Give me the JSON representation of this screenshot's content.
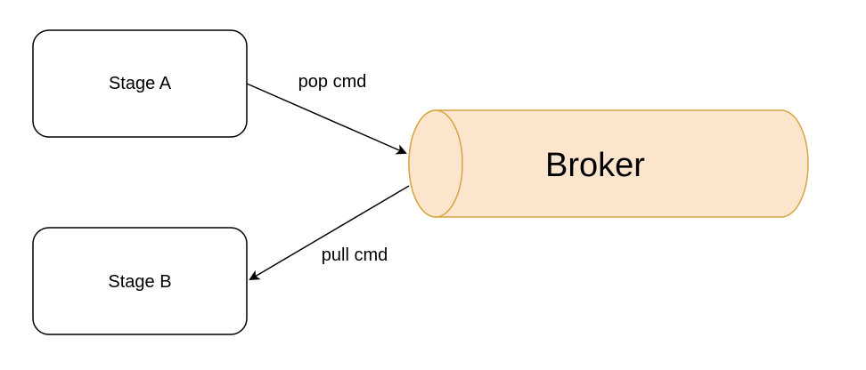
{
  "diagram": {
    "nodes": {
      "stage_a": {
        "label": "Stage A"
      },
      "stage_b": {
        "label": "Stage B"
      },
      "broker": {
        "label": "Broker"
      }
    },
    "edges": {
      "stage_a_to_broker": {
        "label": "pop cmd"
      },
      "broker_to_stage_b": {
        "label": "pull cmd"
      }
    }
  },
  "colors": {
    "box_stroke": "#000000",
    "box_fill": "#ffffff",
    "broker_fill": "#fce5cd",
    "broker_stroke": "#d6a540",
    "arrow": "#000000"
  }
}
